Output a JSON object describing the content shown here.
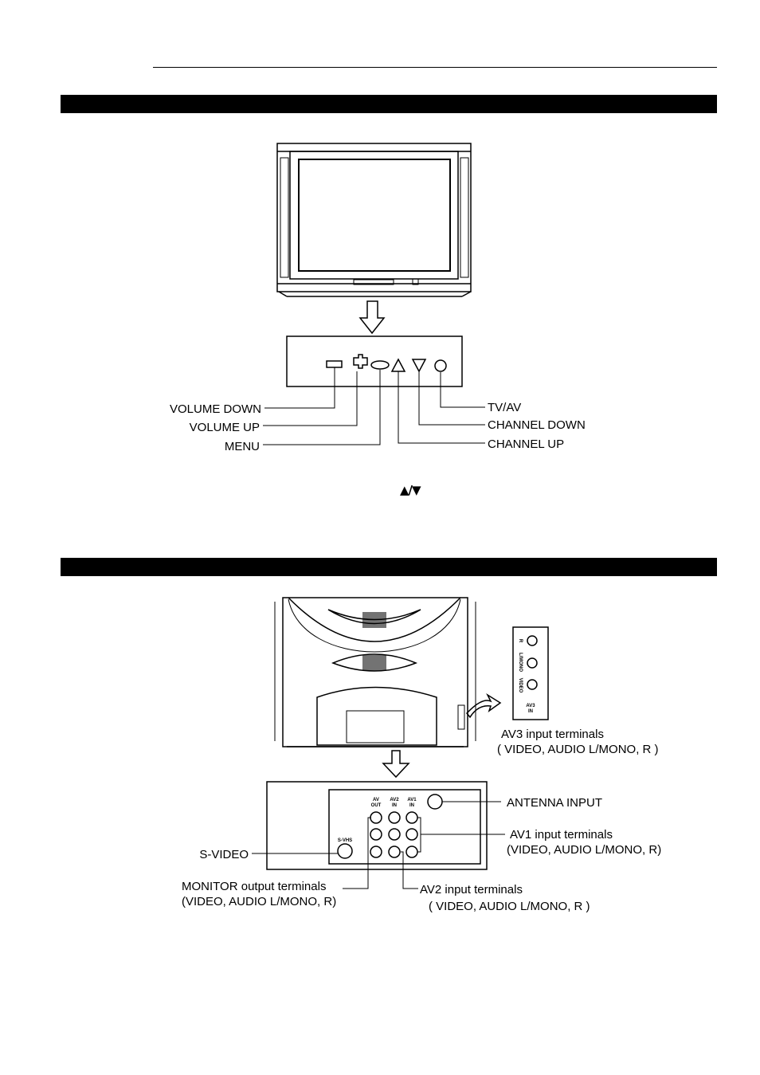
{
  "front_panel": {
    "labels": {
      "volume_down": "VOLUME DOWN",
      "volume_up": "VOLUME UP",
      "menu": "MENU",
      "tv_av": "TV/AV",
      "channel_down": "CHANNEL DOWN",
      "channel_up": "CHANNEL UP"
    },
    "arrow_symbols": "▲/▼"
  },
  "rear_panel": {
    "av3_side": {
      "jacks": [
        "R",
        "L/MONO",
        "VIDEO"
      ],
      "title_line1": "AV3",
      "title_line2": "IN"
    },
    "av3_label_line1": "AV3 input terminals",
    "av3_label_line2": "( VIDEO, AUDIO  L/MONO,  R )",
    "terminal_headers": {
      "av_out_1": "AV",
      "av_out_2": "OUT",
      "av2_in_1": "AV2",
      "av2_in_2": "IN",
      "av1_in_1": "AV1",
      "av1_in_2": "IN",
      "svhs": "S-VHS"
    },
    "labels": {
      "antenna": "ANTENNA INPUT",
      "av1_line1": "AV1 input terminals",
      "av1_line2": "(VIDEO, AUDIO L/MONO, R)",
      "s_video": "S-VIDEO",
      "monitor_line1": "MONITOR output terminals",
      "monitor_line2": "(VIDEO, AUDIO L/MONO,  R)",
      "av2_line1": "AV2 input terminals",
      "av2_line2": "( VIDEO, AUDIO  L/MONO,  R )"
    }
  }
}
